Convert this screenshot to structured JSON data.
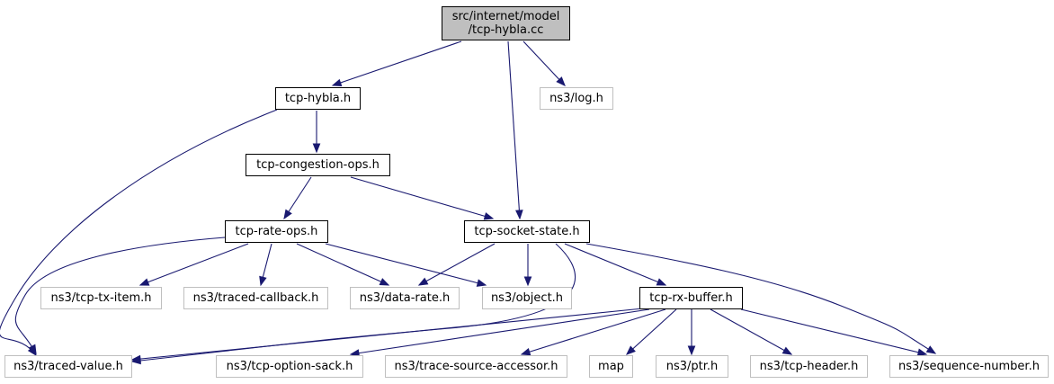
{
  "graph": {
    "colors": {
      "edge": "#191970",
      "root_fill": "#bfbfbf",
      "linked_border": "#000000",
      "external_border": "#bfbfbf"
    },
    "nodes": {
      "root": {
        "lines": [
          "src/internet/model",
          "/tcp-hybla.cc"
        ],
        "kind": "root"
      },
      "tcp_hybla_h": {
        "label": "tcp-hybla.h",
        "kind": "linked"
      },
      "log_h": {
        "label": "ns3/log.h",
        "kind": "external"
      },
      "tcp_congestion_ops_h": {
        "label": "tcp-congestion-ops.h",
        "kind": "linked"
      },
      "tcp_rate_ops_h": {
        "label": "tcp-rate-ops.h",
        "kind": "linked"
      },
      "tcp_socket_state_h": {
        "label": "tcp-socket-state.h",
        "kind": "linked"
      },
      "tcp_tx_item_h": {
        "label": "ns3/tcp-tx-item.h",
        "kind": "external"
      },
      "traced_callback_h": {
        "label": "ns3/traced-callback.h",
        "kind": "external"
      },
      "data_rate_h": {
        "label": "ns3/data-rate.h",
        "kind": "external"
      },
      "object_h": {
        "label": "ns3/object.h",
        "kind": "external"
      },
      "tcp_rx_buffer_h": {
        "label": "tcp-rx-buffer.h",
        "kind": "linked"
      },
      "traced_value_h": {
        "label": "ns3/traced-value.h",
        "kind": "external"
      },
      "tcp_option_sack_h": {
        "label": "ns3/tcp-option-sack.h",
        "kind": "external"
      },
      "trace_source_accessor_h": {
        "label": "ns3/trace-source-accessor.h",
        "kind": "external"
      },
      "map": {
        "label": "map",
        "kind": "external"
      },
      "ptr_h": {
        "label": "ns3/ptr.h",
        "kind": "external"
      },
      "tcp_header_h": {
        "label": "ns3/tcp-header.h",
        "kind": "external"
      },
      "sequence_number_h": {
        "label": "ns3/sequence-number.h",
        "kind": "external"
      }
    },
    "edges": [
      {
        "from": "root",
        "to": "tcp_hybla_h"
      },
      {
        "from": "root",
        "to": "log_h"
      },
      {
        "from": "root",
        "to": "tcp_socket_state_h"
      },
      {
        "from": "tcp_hybla_h",
        "to": "tcp_congestion_ops_h"
      },
      {
        "from": "tcp_hybla_h",
        "to": "traced_value_h"
      },
      {
        "from": "tcp_congestion_ops_h",
        "to": "tcp_rate_ops_h"
      },
      {
        "from": "tcp_congestion_ops_h",
        "to": "tcp_socket_state_h"
      },
      {
        "from": "tcp_rate_ops_h",
        "to": "tcp_tx_item_h"
      },
      {
        "from": "tcp_rate_ops_h",
        "to": "traced_callback_h"
      },
      {
        "from": "tcp_rate_ops_h",
        "to": "data_rate_h"
      },
      {
        "from": "tcp_rate_ops_h",
        "to": "object_h"
      },
      {
        "from": "tcp_rate_ops_h",
        "to": "traced_value_h"
      },
      {
        "from": "tcp_socket_state_h",
        "to": "data_rate_h"
      },
      {
        "from": "tcp_socket_state_h",
        "to": "object_h"
      },
      {
        "from": "tcp_socket_state_h",
        "to": "tcp_rx_buffer_h"
      },
      {
        "from": "tcp_socket_state_h",
        "to": "sequence_number_h"
      },
      {
        "from": "tcp_socket_state_h",
        "to": "traced_value_h"
      },
      {
        "from": "tcp_rx_buffer_h",
        "to": "traced_value_h"
      },
      {
        "from": "tcp_rx_buffer_h",
        "to": "tcp_option_sack_h"
      },
      {
        "from": "tcp_rx_buffer_h",
        "to": "trace_source_accessor_h"
      },
      {
        "from": "tcp_rx_buffer_h",
        "to": "map"
      },
      {
        "from": "tcp_rx_buffer_h",
        "to": "ptr_h"
      },
      {
        "from": "tcp_rx_buffer_h",
        "to": "tcp_header_h"
      },
      {
        "from": "tcp_rx_buffer_h",
        "to": "sequence_number_h"
      }
    ]
  }
}
